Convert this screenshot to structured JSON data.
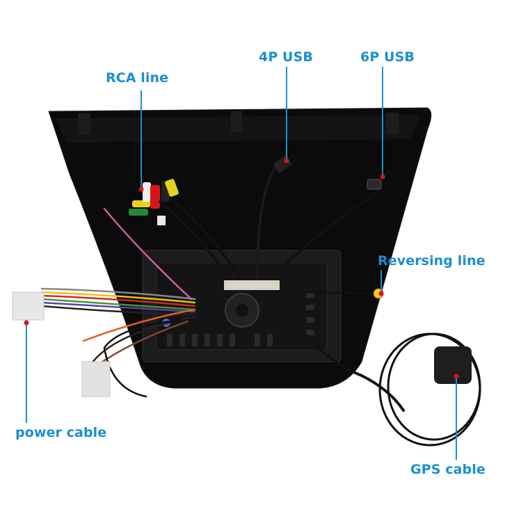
{
  "title": "Car head unit rear wiring diagram",
  "colors": {
    "label": "#1a8fd0",
    "leader_line": "#1a8fd0",
    "marker_dot": "#e3101e",
    "panel": "#0d0d0d",
    "background": "#ffffff"
  },
  "callouts": [
    {
      "id": "rca",
      "label": "RCA line"
    },
    {
      "id": "usb4",
      "label": "4P USB"
    },
    {
      "id": "usb6",
      "label": "6P USB"
    },
    {
      "id": "reverse",
      "label": "Reversing line"
    },
    {
      "id": "power",
      "label": "power cable"
    },
    {
      "id": "gps",
      "label": "GPS cable"
    }
  ]
}
